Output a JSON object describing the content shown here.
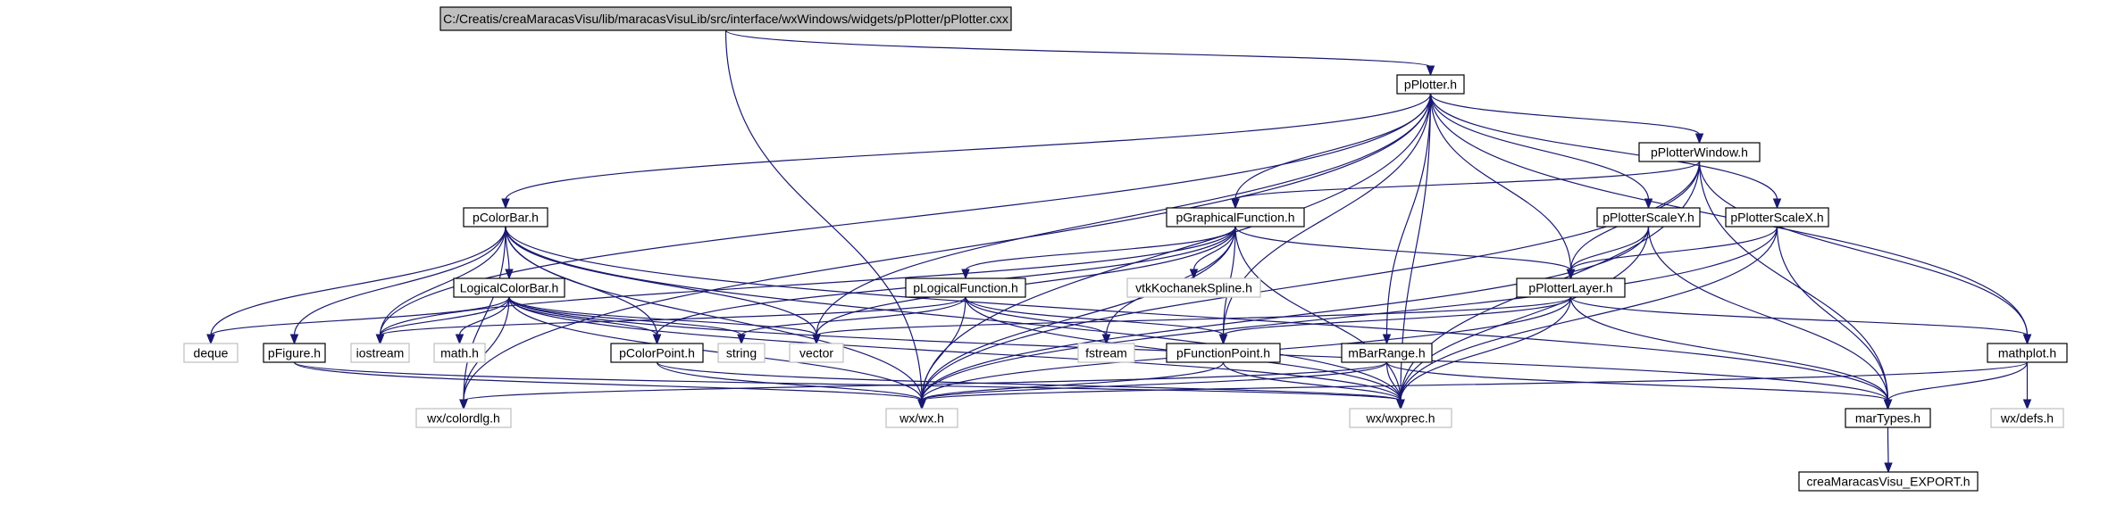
{
  "graph": {
    "nodes": [
      {
        "id": "root",
        "label": "C:/Creatis/creaMaracasVisu/lib/maracasVisuLib/src/interface/wxWindows/widgets/pPlotter/pPlotter.cxx",
        "kind": "root"
      },
      {
        "id": "pPlotter",
        "label": "pPlotter.h",
        "kind": "std"
      },
      {
        "id": "pPlotterWindow",
        "label": "pPlotterWindow.h",
        "kind": "std"
      },
      {
        "id": "pColorBar",
        "label": "pColorBar.h",
        "kind": "std"
      },
      {
        "id": "pGraphicalFunction",
        "label": "pGraphicalFunction.h",
        "kind": "std"
      },
      {
        "id": "pPlotterScaleY",
        "label": "pPlotterScaleY.h",
        "kind": "std"
      },
      {
        "id": "pPlotterScaleX",
        "label": "pPlotterScaleX.h",
        "kind": "std"
      },
      {
        "id": "LogicalColorBar",
        "label": "LogicalColorBar.h",
        "kind": "std"
      },
      {
        "id": "vtkKochanekSpline",
        "label": "vtkKochanekSpline.h",
        "kind": "ext"
      },
      {
        "id": "pLogicalFunction",
        "label": "pLogicalFunction.h",
        "kind": "std"
      },
      {
        "id": "pPlotterLayer",
        "label": "pPlotterLayer.h",
        "kind": "std"
      },
      {
        "id": "deque",
        "label": "deque",
        "kind": "ext"
      },
      {
        "id": "pFigure",
        "label": "pFigure.h",
        "kind": "std"
      },
      {
        "id": "iostream",
        "label": "iostream",
        "kind": "ext"
      },
      {
        "id": "math",
        "label": "math.h",
        "kind": "ext"
      },
      {
        "id": "pColorPoint",
        "label": "pColorPoint.h",
        "kind": "std"
      },
      {
        "id": "string",
        "label": "string",
        "kind": "ext"
      },
      {
        "id": "vector",
        "label": "vector",
        "kind": "ext"
      },
      {
        "id": "fstream",
        "label": "fstream",
        "kind": "ext"
      },
      {
        "id": "pFunctionPoint",
        "label": "pFunctionPoint.h",
        "kind": "std"
      },
      {
        "id": "mBarRange",
        "label": "mBarRange.h",
        "kind": "std"
      },
      {
        "id": "mathplot",
        "label": "mathplot.h",
        "kind": "std"
      },
      {
        "id": "colordlg",
        "label": "wx/colordlg.h",
        "kind": "ext"
      },
      {
        "id": "wx",
        "label": "wx/wx.h",
        "kind": "ext"
      },
      {
        "id": "wxprec",
        "label": "wx/wxprec.h",
        "kind": "ext"
      },
      {
        "id": "marTypes",
        "label": "marTypes.h",
        "kind": "std"
      },
      {
        "id": "defs",
        "label": "wx/defs.h",
        "kind": "ext"
      },
      {
        "id": "export",
        "label": "creaMaracasVisu_EXPORT.h",
        "kind": "std"
      }
    ],
    "edges": [
      [
        "root",
        "pPlotter"
      ],
      [
        "root",
        "wx"
      ],
      [
        "pPlotter",
        "pPlotterWindow"
      ],
      [
        "pPlotter",
        "pColorBar"
      ],
      [
        "pPlotter",
        "pGraphicalFunction"
      ],
      [
        "pPlotter",
        "pPlotterScaleY"
      ],
      [
        "pPlotter",
        "pPlotterScaleX"
      ],
      [
        "pPlotter",
        "pPlotterLayer"
      ],
      [
        "pPlotter",
        "pFunctionPoint"
      ],
      [
        "pPlotter",
        "mBarRange"
      ],
      [
        "pPlotter",
        "mathplot"
      ],
      [
        "pPlotter",
        "iostream"
      ],
      [
        "pPlotter",
        "vector"
      ],
      [
        "pPlotter",
        "wx"
      ],
      [
        "pPlotter",
        "wxprec"
      ],
      [
        "pPlotter",
        "colordlg"
      ],
      [
        "pPlotterWindow",
        "pGraphicalFunction"
      ],
      [
        "pPlotterWindow",
        "pPlotterLayer"
      ],
      [
        "pPlotterWindow",
        "mathplot"
      ],
      [
        "pPlotterWindow",
        "marTypes"
      ],
      [
        "pPlotterWindow",
        "wx"
      ],
      [
        "pPlotterWindow",
        "wxprec"
      ],
      [
        "pColorBar",
        "LogicalColorBar"
      ],
      [
        "pColorBar",
        "deque"
      ],
      [
        "pColorBar",
        "pFigure"
      ],
      [
        "pColorBar",
        "iostream"
      ],
      [
        "pColorBar",
        "pColorPoint"
      ],
      [
        "pColorBar",
        "vector"
      ],
      [
        "pColorBar",
        "colordlg"
      ],
      [
        "pColorBar",
        "wx"
      ],
      [
        "pColorBar",
        "wxprec"
      ],
      [
        "pColorBar",
        "marTypes"
      ],
      [
        "pGraphicalFunction",
        "vtkKochanekSpline"
      ],
      [
        "pGraphicalFunction",
        "pLogicalFunction"
      ],
      [
        "pGraphicalFunction",
        "pPlotterLayer"
      ],
      [
        "pGraphicalFunction",
        "pColorPoint"
      ],
      [
        "pGraphicalFunction",
        "pFunctionPoint"
      ],
      [
        "pGraphicalFunction",
        "iostream"
      ],
      [
        "pGraphicalFunction",
        "vector"
      ],
      [
        "pGraphicalFunction",
        "fstream"
      ],
      [
        "pGraphicalFunction",
        "wx"
      ],
      [
        "pGraphicalFunction",
        "wxprec"
      ],
      [
        "pPlotterScaleY",
        "pPlotterLayer"
      ],
      [
        "pPlotterScaleY",
        "wx"
      ],
      [
        "pPlotterScaleY",
        "wxprec"
      ],
      [
        "pPlotterScaleY",
        "marTypes"
      ],
      [
        "pPlotterScaleX",
        "pPlotterLayer"
      ],
      [
        "pPlotterScaleX",
        "wx"
      ],
      [
        "pPlotterScaleX",
        "wxprec"
      ],
      [
        "pPlotterScaleX",
        "marTypes"
      ],
      [
        "LogicalColorBar",
        "deque"
      ],
      [
        "LogicalColorBar",
        "iostream"
      ],
      [
        "LogicalColorBar",
        "math"
      ],
      [
        "LogicalColorBar",
        "pColorPoint"
      ],
      [
        "LogicalColorBar",
        "string"
      ],
      [
        "LogicalColorBar",
        "vector"
      ],
      [
        "LogicalColorBar",
        "wx"
      ],
      [
        "LogicalColorBar",
        "wxprec"
      ],
      [
        "LogicalColorBar",
        "colordlg"
      ],
      [
        "LogicalColorBar",
        "marTypes"
      ],
      [
        "pLogicalFunction",
        "pFunctionPoint"
      ],
      [
        "pLogicalFunction",
        "iostream"
      ],
      [
        "pLogicalFunction",
        "string"
      ],
      [
        "pLogicalFunction",
        "fstream"
      ],
      [
        "pLogicalFunction",
        "wx"
      ],
      [
        "pLogicalFunction",
        "wxprec"
      ],
      [
        "pPlotterLayer",
        "pFunctionPoint"
      ],
      [
        "pPlotterLayer",
        "mathplot"
      ],
      [
        "pPlotterLayer",
        "vector"
      ],
      [
        "pPlotterLayer",
        "wx"
      ],
      [
        "pPlotterLayer",
        "wxprec"
      ],
      [
        "pPlotterLayer",
        "marTypes"
      ],
      [
        "pFigure",
        "wx"
      ],
      [
        "pFigure",
        "wxprec"
      ],
      [
        "pColorPoint",
        "wx"
      ],
      [
        "pColorPoint",
        "wxprec"
      ],
      [
        "pFunctionPoint",
        "wx"
      ],
      [
        "pFunctionPoint",
        "wxprec"
      ],
      [
        "mBarRange",
        "wx"
      ],
      [
        "mBarRange",
        "wxprec"
      ],
      [
        "mBarRange",
        "marTypes"
      ],
      [
        "mBarRange",
        "colordlg"
      ],
      [
        "mathplot",
        "wx"
      ],
      [
        "mathplot",
        "defs"
      ],
      [
        "mathplot",
        "marTypes"
      ],
      [
        "marTypes",
        "export"
      ]
    ]
  }
}
